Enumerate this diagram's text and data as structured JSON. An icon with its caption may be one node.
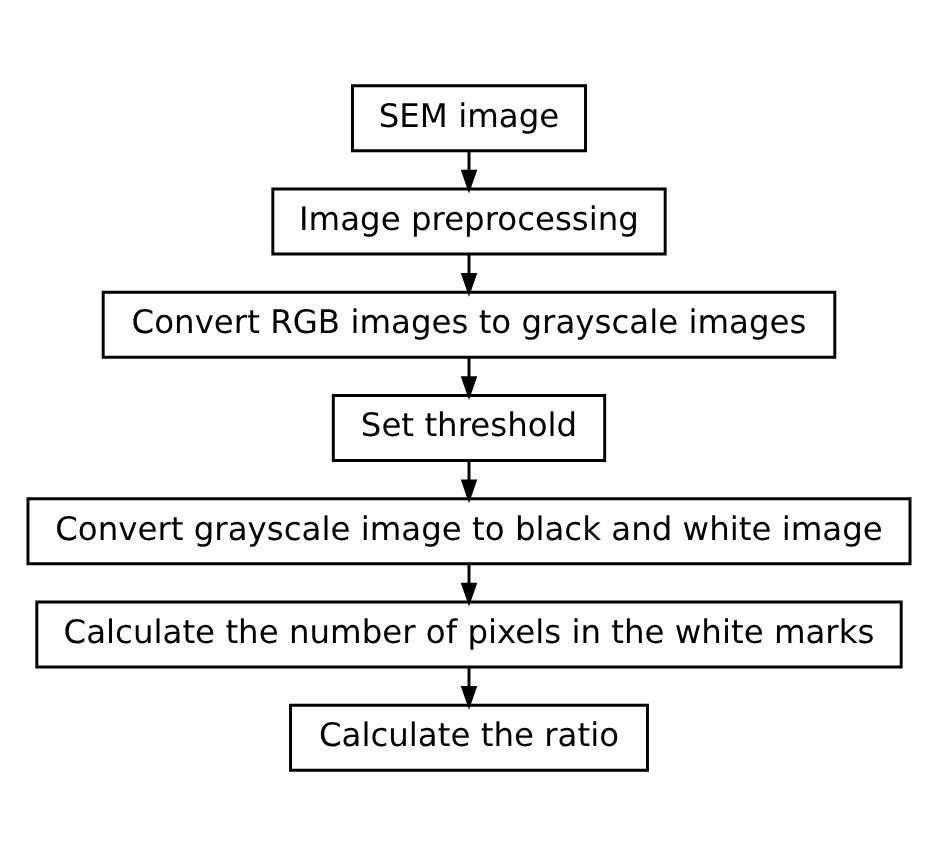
{
  "diagram": {
    "nodes": [
      {
        "text": [
          "SEM image"
        ]
      },
      {
        "text": [
          "Image preprocessing"
        ]
      },
      {
        "text": [
          "Convert RGB images to grayscale images"
        ]
      },
      {
        "text": [
          "Set threshold"
        ]
      },
      {
        "text": [
          "Convert grayscale image to black and white image"
        ]
      },
      {
        "text": [
          "Calculate the number of pixels in the white marks"
        ]
      },
      {
        "text": [
          "Calculate the ratio"
        ]
      }
    ],
    "edges": [
      {
        "from": 0,
        "to": 1,
        "arrow": "to"
      },
      {
        "from": 1,
        "to": 2,
        "arrow": "to"
      },
      {
        "from": 2,
        "to": 3,
        "arrow": "to"
      },
      {
        "from": 3,
        "to": 4,
        "arrow": "to"
      },
      {
        "from": 4,
        "to": 5,
        "arrow": "to"
      },
      {
        "from": 5,
        "to": 6,
        "arrow": "to"
      }
    ]
  }
}
